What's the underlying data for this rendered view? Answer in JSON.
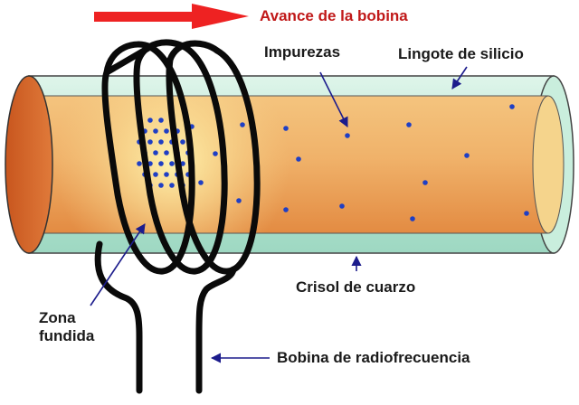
{
  "labels": {
    "advance": "Avance de la bobina",
    "impurities": "Impurezas",
    "ingot": "Lingote de silicio",
    "crucible": "Crisol de cuarzo",
    "zone_line1": "Zona",
    "zone_line2": "fundida",
    "coil": "Bobina de radiofrecuencia"
  },
  "colors": {
    "advance_arrow": "#ee2222",
    "advance_text": "#c01818",
    "quartz_tube": "#b8e8d6",
    "ingot_core": "#e9a35a",
    "ingot_end": "#d4632a",
    "impurity_dot": "#1f3fc4",
    "coil": "#0a0a0a",
    "pointer": "#1c1c8c"
  },
  "icons": {
    "advance_arrow": "arrow-right-icon"
  }
}
